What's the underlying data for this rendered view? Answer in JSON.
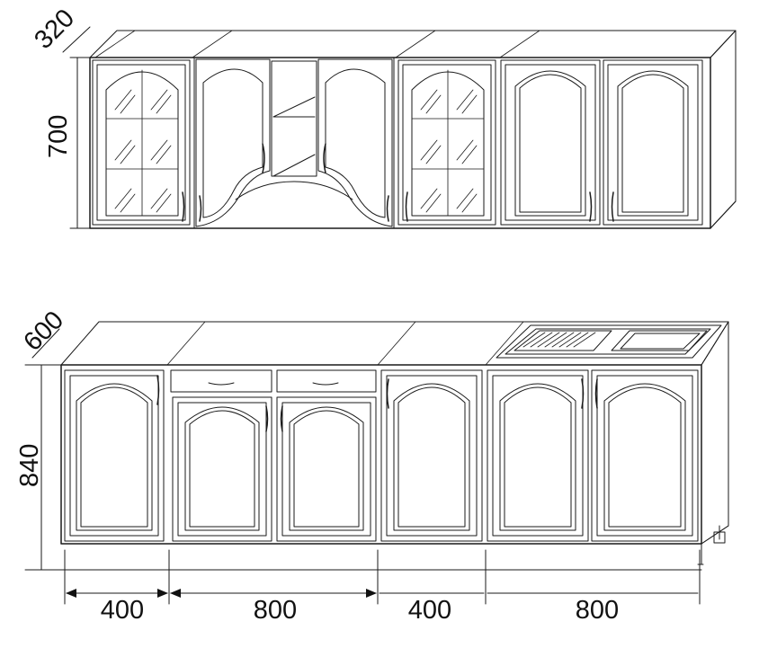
{
  "dimensions": {
    "upper_depth": "320",
    "upper_height": "700",
    "lower_depth": "600",
    "lower_height": "840",
    "widths": [
      "400",
      "800",
      "400",
      "800"
    ]
  }
}
